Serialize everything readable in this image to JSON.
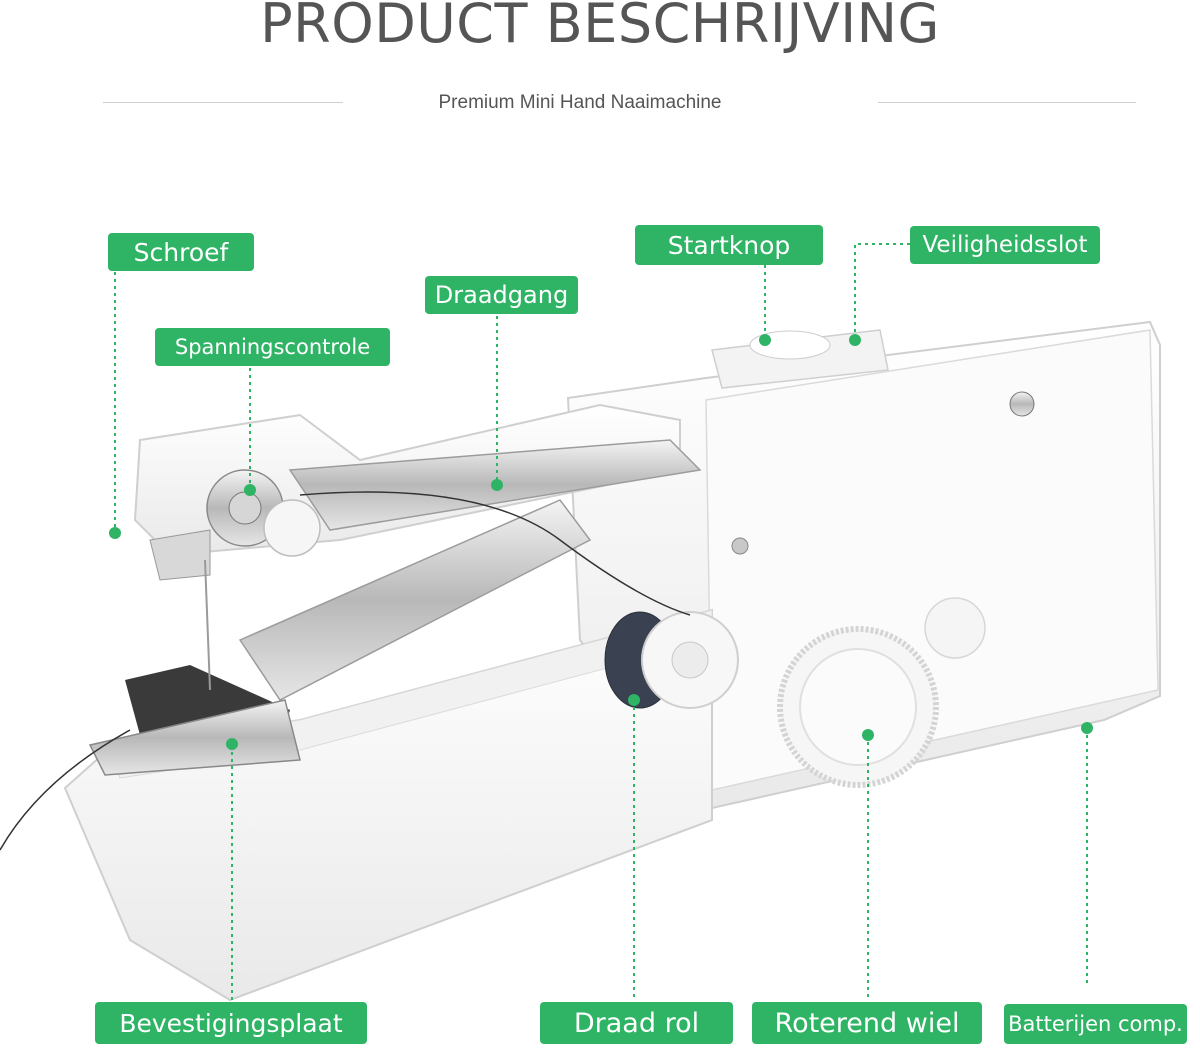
{
  "header": {
    "title": "PRODUCT BESCHRIJVING",
    "subtitle": "Premium Mini Hand Naaimachine"
  },
  "labels": {
    "schroef": "Schroef",
    "spanningscontrole": "Spanningscontrole",
    "draadgang": "Draadgang",
    "startknop": "Startknop",
    "veiligheidsslot": "Veiligheidsslot",
    "bevestigingsplaat": "Bevestigingsplaat",
    "draad_rol": "Draad rol",
    "roterend_wiel": "Roterend wiel",
    "batterijen": "Batterijen comp."
  },
  "colors": {
    "accent": "#2fb466",
    "title": "#555555"
  }
}
